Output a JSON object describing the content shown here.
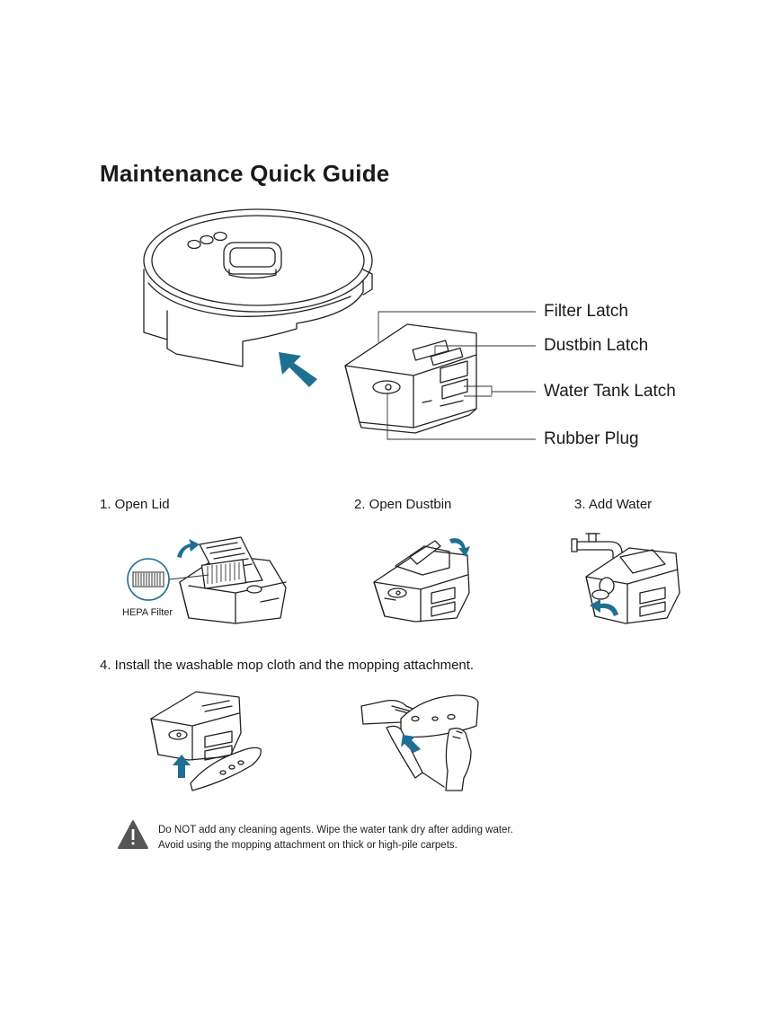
{
  "page": {
    "title": "Maintenance Quick Guide"
  },
  "callouts": {
    "filter_latch": "Filter Latch",
    "dustbin_latch": "Dustbin Latch",
    "water_tank_latch": "Water Tank Latch",
    "rubber_plug": "Rubber Plug"
  },
  "steps": {
    "step1": "1. Open Lid",
    "step2": "2. Open Dustbin",
    "step3": "3. Add Water",
    "step4": "4. Install the washable mop cloth and the mopping attachment."
  },
  "labels": {
    "hepa_filter": "HEPA Filter"
  },
  "warning": {
    "line1": "Do NOT add any cleaning agents. Wipe the water tank dry after adding water.",
    "line2": "Avoid using the mopping attachment on thick or high-pile carpets."
  },
  "colors": {
    "accent": "#1f6f93",
    "line": "#222222",
    "warning_icon": "#555555"
  },
  "icons": {
    "arrow": "arrow-icon",
    "warning": "warning-icon",
    "faucet": "faucet-icon"
  }
}
